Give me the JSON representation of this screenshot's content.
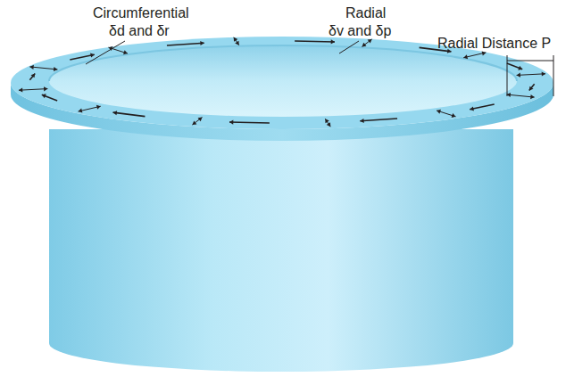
{
  "diagram": {
    "labels": [
      "Circumferential",
      "δd and δr",
      "Radial",
      "δv and δp",
      "Radial Distance P"
    ]
  }
}
